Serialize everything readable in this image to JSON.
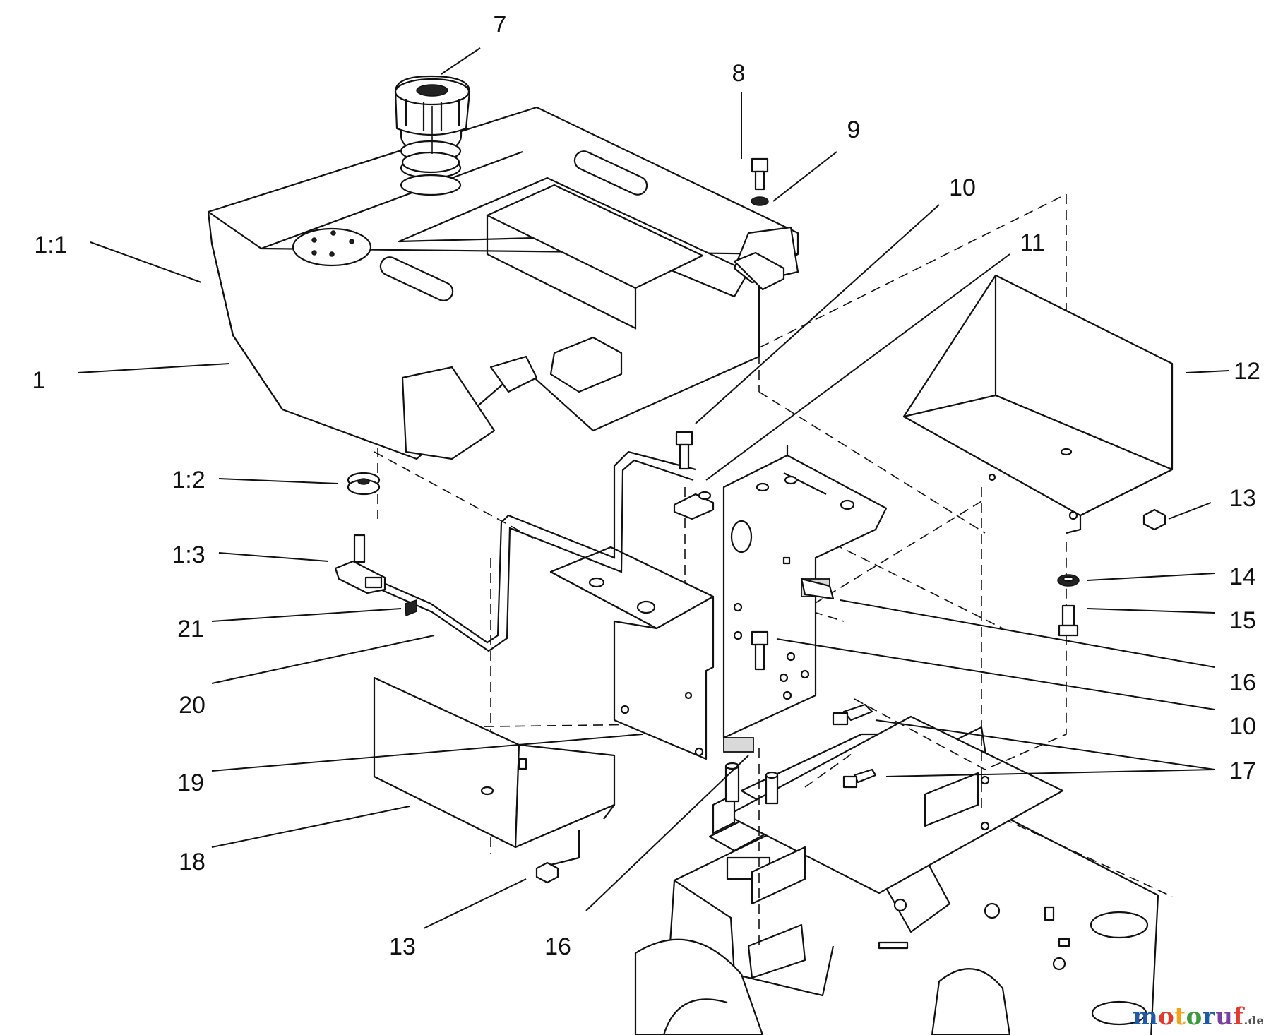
{
  "callouts": [
    {
      "id": "7",
      "text": "7"
    },
    {
      "id": "8",
      "text": "8"
    },
    {
      "id": "9",
      "text": "9"
    },
    {
      "id": "10a",
      "text": "10"
    },
    {
      "id": "11",
      "text": "11"
    },
    {
      "id": "1-1",
      "text": "1:1"
    },
    {
      "id": "1",
      "text": "1"
    },
    {
      "id": "12",
      "text": "12"
    },
    {
      "id": "1-2",
      "text": "1:2"
    },
    {
      "id": "13a",
      "text": "13"
    },
    {
      "id": "1-3",
      "text": "1:3"
    },
    {
      "id": "14",
      "text": "14"
    },
    {
      "id": "15",
      "text": "15"
    },
    {
      "id": "21",
      "text": "21"
    },
    {
      "id": "16a",
      "text": "16"
    },
    {
      "id": "20",
      "text": "20"
    },
    {
      "id": "10b",
      "text": "10"
    },
    {
      "id": "17",
      "text": "17"
    },
    {
      "id": "19",
      "text": "19"
    },
    {
      "id": "18",
      "text": "18"
    },
    {
      "id": "13b",
      "text": "13"
    },
    {
      "id": "16b",
      "text": "16"
    }
  ],
  "watermark": {
    "text": "motoruf",
    "suffix": ".de",
    "colors": [
      "#1f5aa6",
      "#e23a2f",
      "#f2a51a",
      "#3b9a3b",
      "#1f5aa6",
      "#7a3fa0",
      "#e23a2f"
    ]
  }
}
